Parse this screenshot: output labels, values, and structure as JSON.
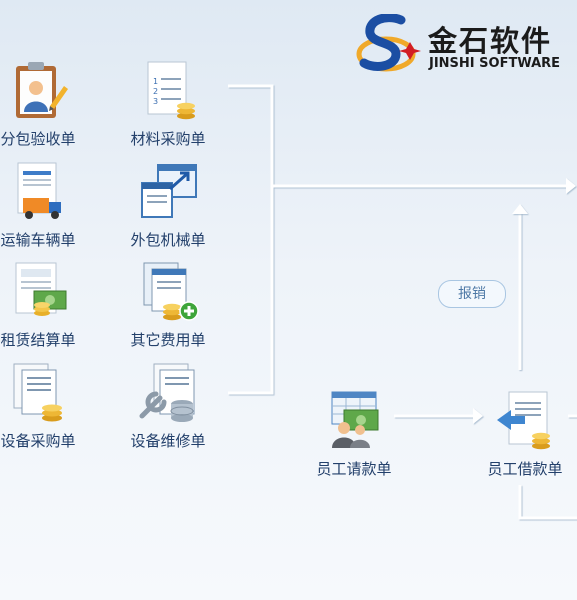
{
  "brand": {
    "name_cn": "金石软件",
    "name_en": "JINSHI SOFTWARE"
  },
  "left_column": [
    {
      "label": "分包验收单",
      "icon": "clipboard-person-icon"
    },
    {
      "label": "运输车辆单",
      "icon": "truck-document-icon"
    },
    {
      "label": "租赁结算单",
      "icon": "document-cash-icon"
    },
    {
      "label": "设备采购单",
      "icon": "documents-coins-icon"
    }
  ],
  "mid_column": [
    {
      "label": "材料采购单",
      "icon": "numbered-list-coins-icon"
    },
    {
      "label": "外包机械单",
      "icon": "window-arrow-icon"
    },
    {
      "label": "其它费用单",
      "icon": "documents-coins-plus-icon"
    },
    {
      "label": "设备维修单",
      "icon": "wrench-database-icon"
    }
  ],
  "flow": {
    "request": {
      "label": "员工请款单",
      "icon": "table-users-icon"
    },
    "loan": {
      "label": "员工借款单",
      "icon": "document-arrow-coins-icon"
    },
    "reimburse_label": "报销"
  }
}
